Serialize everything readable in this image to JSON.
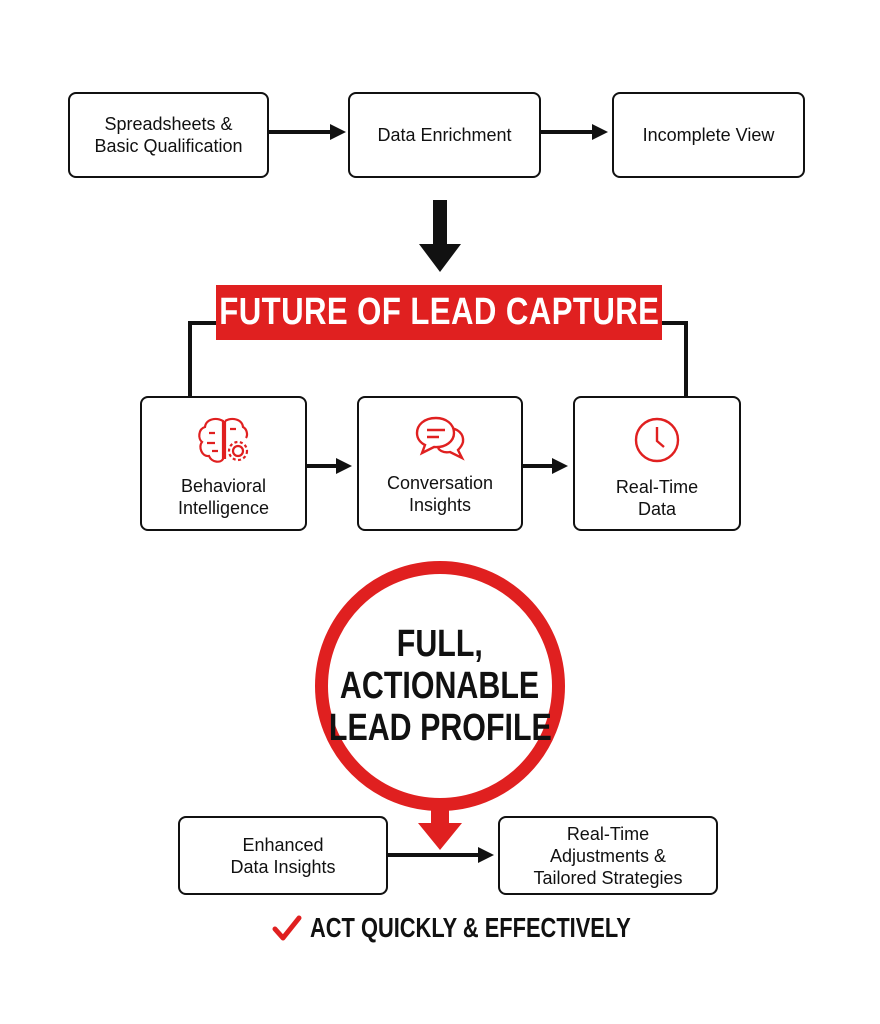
{
  "top_row": [
    {
      "lines": [
        "Spreadsheets &",
        "Basic Qualification"
      ]
    },
    {
      "lines": [
        "Data Enrichment"
      ]
    },
    {
      "lines": [
        "Incomplete View"
      ]
    }
  ],
  "banner": "FUTURE OF LEAD CAPTURE",
  "middle_row": [
    {
      "icon": "brain-gear-icon",
      "lines": [
        "Behavioral",
        "Intelligence"
      ]
    },
    {
      "icon": "chat-bubbles-icon",
      "lines": [
        "Conversation",
        "Insights"
      ]
    },
    {
      "icon": "clock-icon",
      "lines": [
        "Real-Time",
        "Data"
      ]
    }
  ],
  "circle": [
    "FULL,",
    "ACTIONABLE",
    "LEAD PROFILE"
  ],
  "bottom_row": [
    {
      "lines": [
        "Enhanced",
        "Data Insights"
      ]
    },
    {
      "lines": [
        "Real-Time",
        "Adjustments &",
        "Tailored Strategies"
      ]
    }
  ],
  "footer": {
    "icon": "checkmark-icon",
    "text": "ACT QUICKLY & EFFECTIVELY"
  },
  "colors": {
    "accent": "#e02020",
    "ink": "#111111"
  }
}
